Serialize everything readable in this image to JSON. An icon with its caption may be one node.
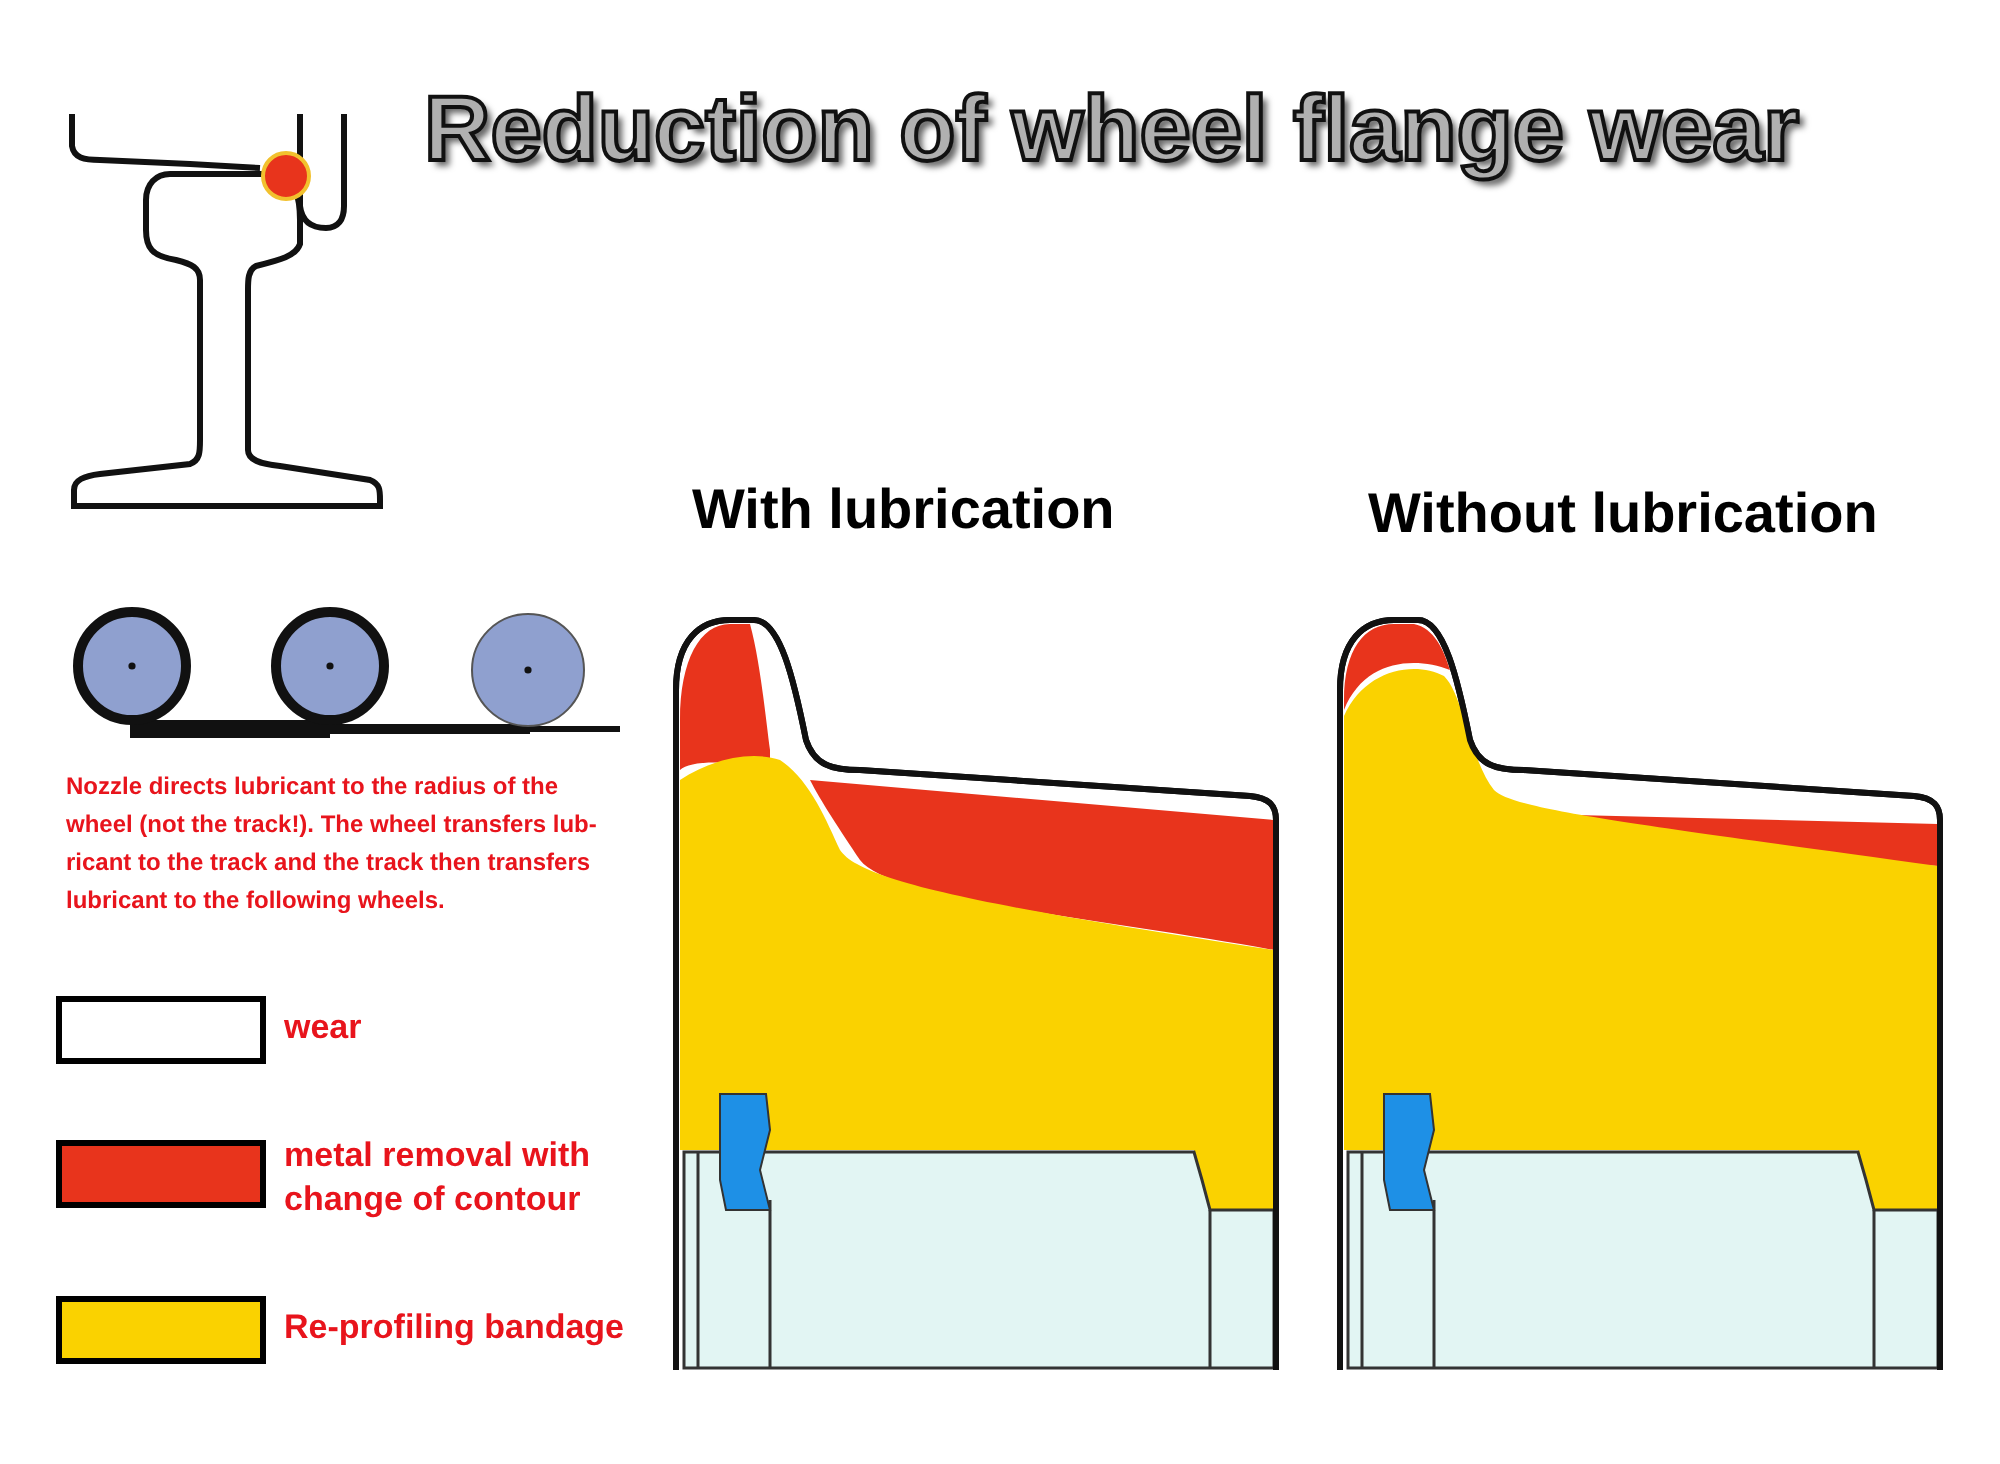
{
  "diagram": {
    "title": "Reduction of wheel flange wear",
    "labels": [
      "With lubrication",
      "Without lubrication",
      "Nozzle directs lubricant to the radius of the wheel (not the track!). The wheel transfers lub-ricant to the track and the track then transfers lubricant to the following wheels."
    ],
    "legend": [
      {
        "text": "wear",
        "color": "#ffffff"
      },
      {
        "text": "metal removal with change of contour",
        "color": "#e8341c"
      },
      {
        "text": "Re-profiling bandage",
        "color": "#fad200"
      }
    ]
  }
}
